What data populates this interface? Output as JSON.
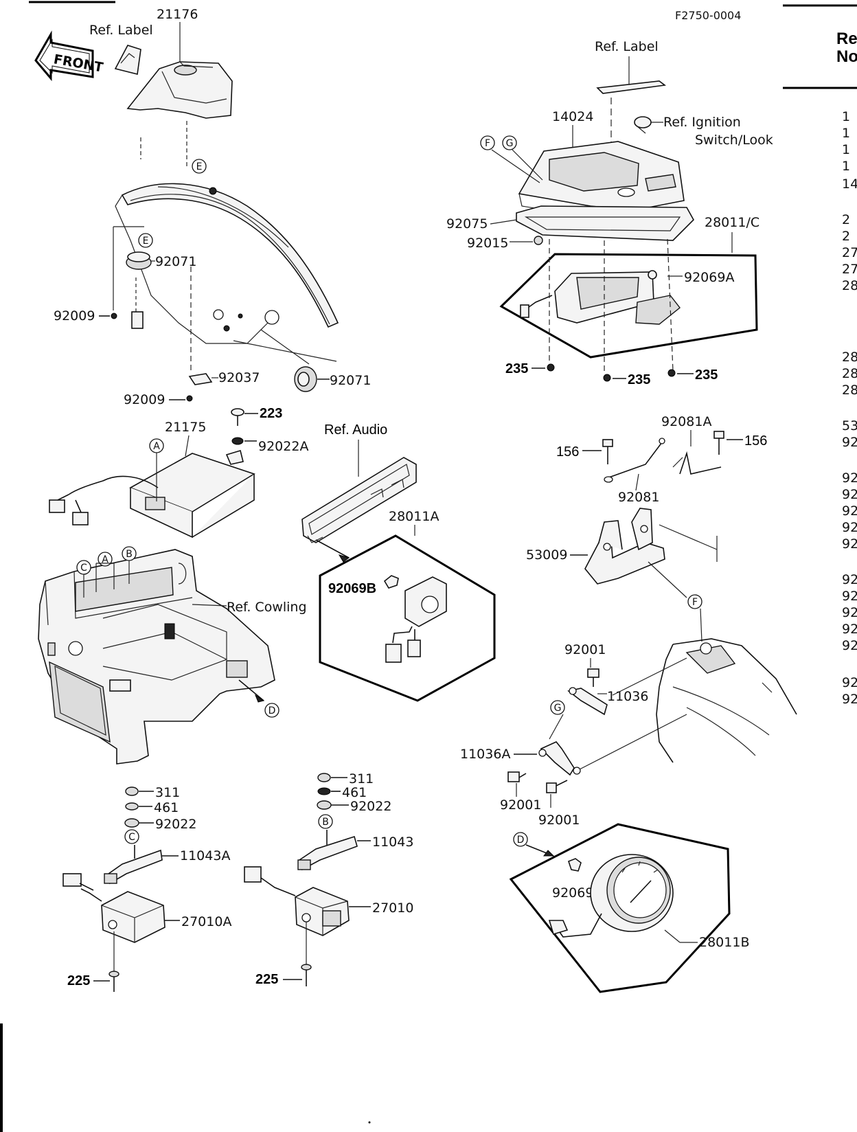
{
  "diagram_id": "F2750-0004",
  "front_badge": "FRONT",
  "ref_labels": {
    "ref_label_left": "Ref. Label",
    "ref_label_right": "Ref. Label",
    "ref_ignition_1": "Ref. Ignition",
    "ref_ignition_2": "Switch/Look",
    "ref_audio": "Ref. Audio",
    "ref_cowling": "Ref. Cowling"
  },
  "callouts": {
    "c21176": "21176",
    "c92071a": "92071",
    "c92009a": "92009",
    "c92037": "92037",
    "c92071b": "92071",
    "c92009b": "92009",
    "c21175": "21175",
    "c223": "223",
    "c92022A": "92022A",
    "c28011A": "28011A",
    "c92069B": "92069B",
    "c14024": "14024",
    "c92075": "92075",
    "c92015": "92015",
    "c28011C": "28011/C",
    "c92069A": "92069A",
    "c235a": "235",
    "c235b": "235",
    "c235c": "235",
    "c92081A": "92081A",
    "c156a": "156",
    "c156b": "156",
    "c92081": "92081",
    "c53009": "53009",
    "c92001a": "92001",
    "c11036": "11036",
    "c11036A": "11036A",
    "c92001b": "92001",
    "c92001c": "92001",
    "c92069": "92069",
    "c28011B": "28011B",
    "c311a": "311",
    "c461a": "461",
    "c92022a": "92022",
    "c11043A": "11043A",
    "c27010A": "27010A",
    "c225a": "225",
    "c311b": "311",
    "c461b": "461",
    "c92022b": "92022",
    "c11043": "11043",
    "c27010": "27010",
    "c225b": "225"
  },
  "circle_refs": {
    "E1": "E",
    "E2": "E",
    "A1": "A",
    "A2": "A",
    "B1": "B",
    "B2": "B",
    "C1": "C",
    "C2": "C",
    "D1": "D",
    "D2": "D",
    "F1": "F",
    "F2": "F",
    "G1": "G",
    "G2": "G"
  },
  "side_table": {
    "header_1": "Re",
    "header_2": "No",
    "rows": [
      "1",
      "1",
      "1",
      "1",
      "14",
      "2",
      "2",
      "27",
      "27",
      "28",
      "28",
      "28",
      "28",
      "53",
      "92",
      "92",
      "92",
      "92",
      "92",
      "92",
      "92",
      "92",
      "92",
      "92",
      "92",
      "92",
      "92"
    ]
  }
}
